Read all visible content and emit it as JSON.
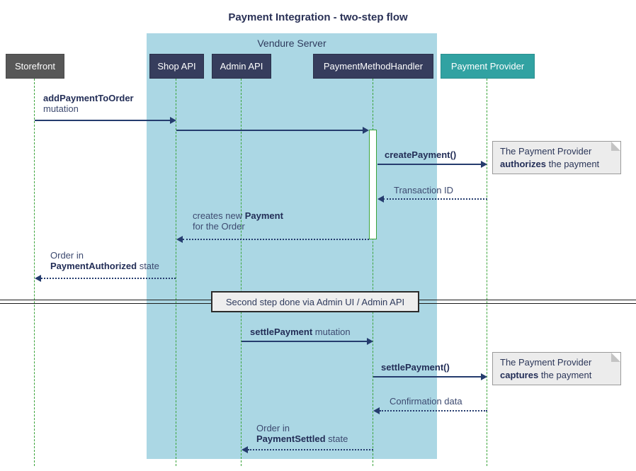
{
  "title": "Payment Integration - two-step flow",
  "frame": {
    "label": "Vendure Server"
  },
  "participants": [
    {
      "id": "storefront",
      "label": "Storefront"
    },
    {
      "id": "shop-api",
      "label": "Shop API"
    },
    {
      "id": "admin-api",
      "label": "Admin API"
    },
    {
      "id": "payment-method-handler",
      "label": "PaymentMethodHandler"
    },
    {
      "id": "payment-provider",
      "label": "Payment Provider"
    }
  ],
  "messages": {
    "add_payment_bold": "addPaymentToOrder",
    "add_payment_rest": "mutation",
    "create_payment": "createPayment()",
    "transaction_id": "Transaction ID",
    "creates_new_pre": "creates new ",
    "creates_new_bold": "Payment",
    "creates_new_line2": "for the Order",
    "order_auth_line1": "Order in",
    "order_auth_bold": "PaymentAuthorized",
    "order_auth_rest": " state",
    "settle_mutation_bold": "settlePayment",
    "settle_mutation_rest": " mutation",
    "settle_call": "settlePayment()",
    "confirmation": "Confirmation data",
    "order_settled_line1": "Order in",
    "order_settled_bold": "PaymentSettled",
    "order_settled_rest": " state"
  },
  "notes": {
    "authorize_line1": "The Payment Provider",
    "authorize_bold": "authorizes",
    "authorize_rest": " the payment",
    "capture_line1": "The Payment Provider",
    "capture_bold": "captures",
    "capture_rest": " the payment"
  },
  "divider": {
    "label": "Second step done via Admin UI / Admin API"
  },
  "colors": {
    "frame_bg": "#ABD7E4",
    "participant_navy": "#363D5D",
    "storefront_gray": "#575757",
    "provider_teal": "#31A2A2",
    "lifeline_green": "#3AA33A",
    "arrow_navy": "#253C6E",
    "note_bg": "#ECECEC"
  }
}
